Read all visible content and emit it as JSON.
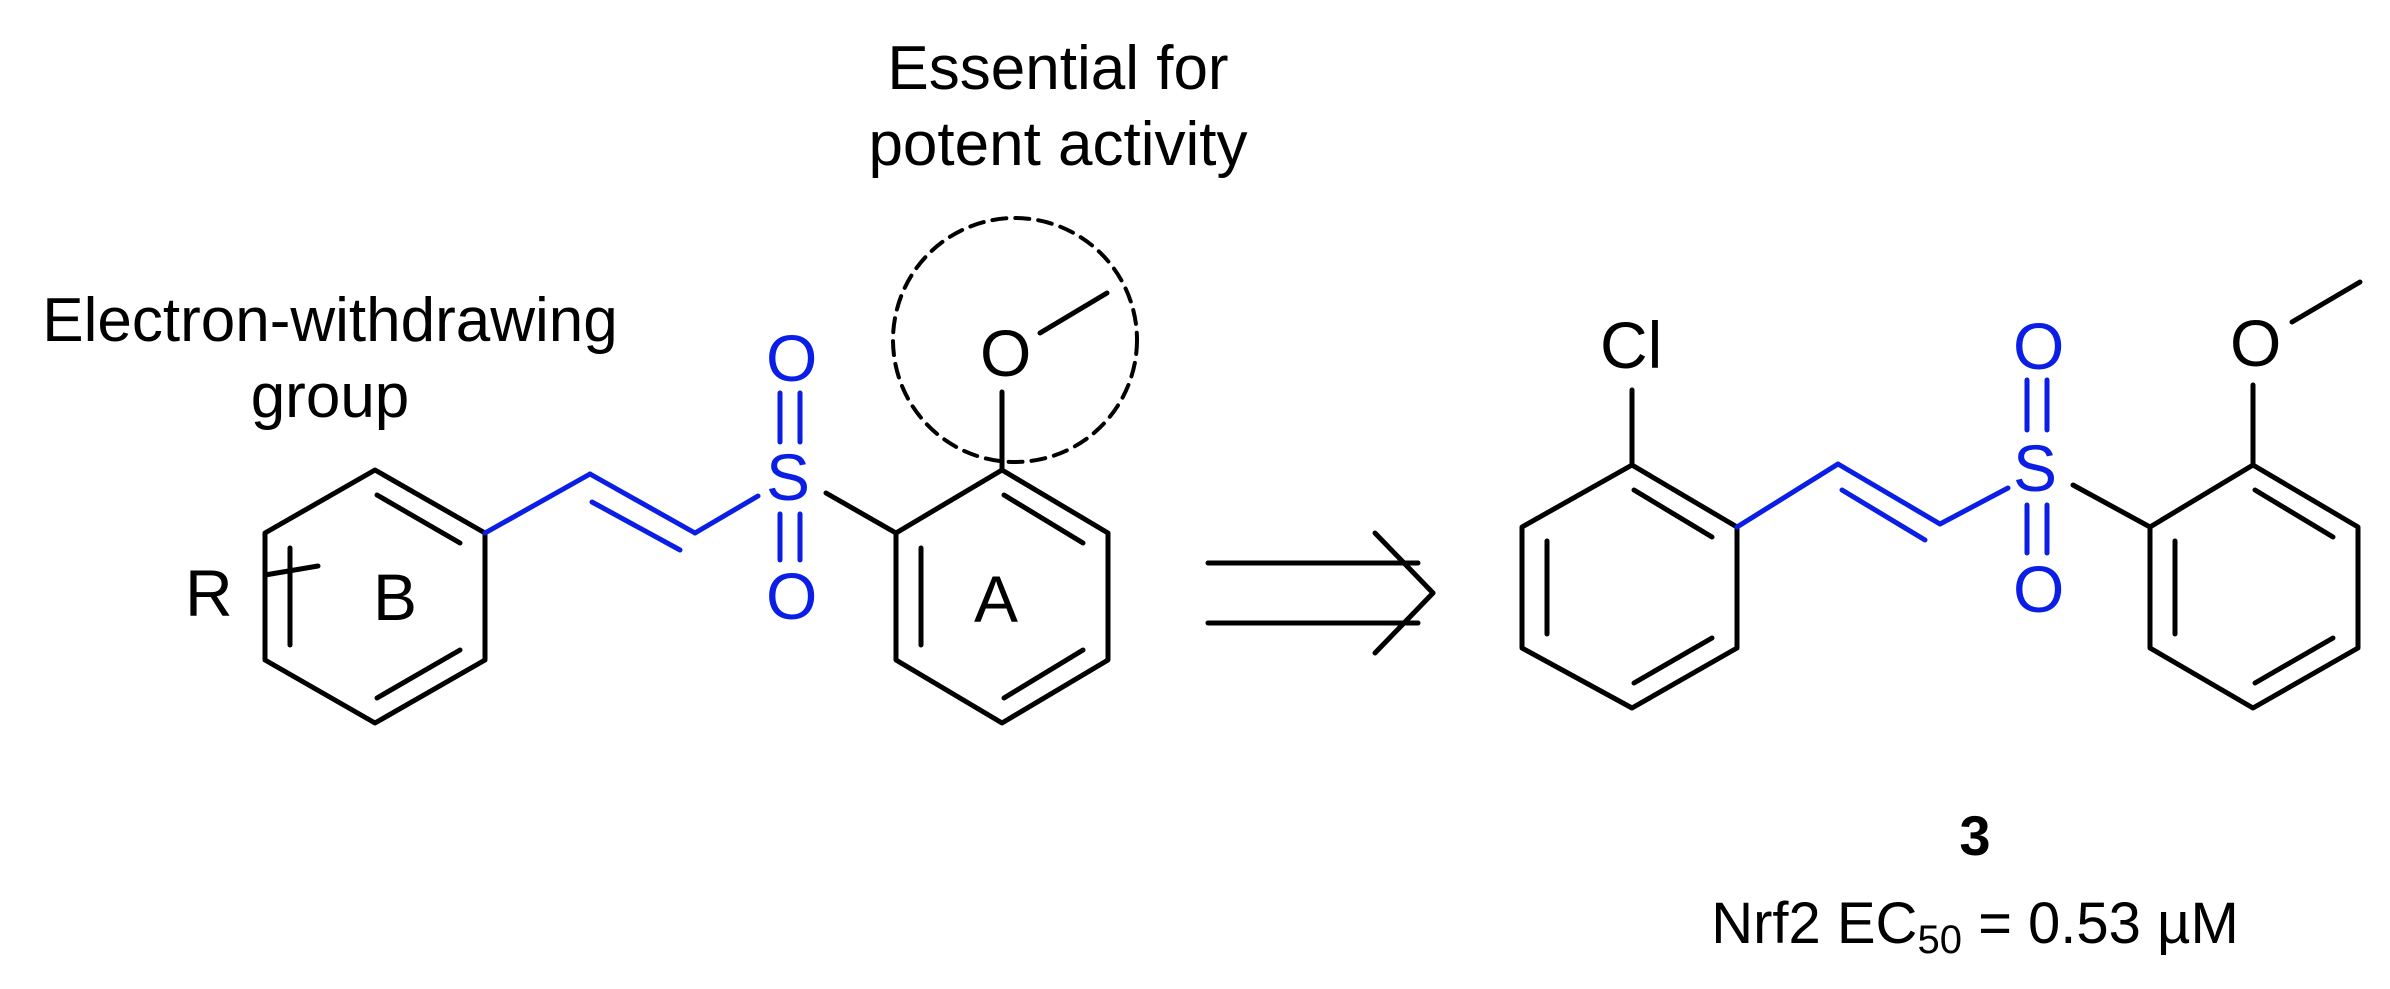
{
  "annotations": {
    "essential_line1": "Essential for",
    "essential_line2": "potent activity",
    "ewg_line1": "Electron-withdrawing",
    "ewg_line2": "group"
  },
  "left_structure": {
    "substituent": "R",
    "ring_b": "B",
    "ring_a": "A",
    "sulfonyl_s": "S",
    "sulfonyl_o_top": "O",
    "sulfonyl_o_bottom": "O",
    "methoxy_o": "O"
  },
  "right_structure": {
    "chloro": "Cl",
    "sulfonyl_s": "S",
    "sulfonyl_o_top": "O",
    "sulfonyl_o_bottom": "O",
    "methoxy_o": "O"
  },
  "compound": {
    "number": "3",
    "activity_prefix": "Nrf2 EC",
    "activity_sub": "50",
    "activity_value": " = 0.53 µM"
  },
  "colors": {
    "bond": "#000000",
    "sulfonyl": "#0a1ee6",
    "highlight_circle": "#000000"
  }
}
